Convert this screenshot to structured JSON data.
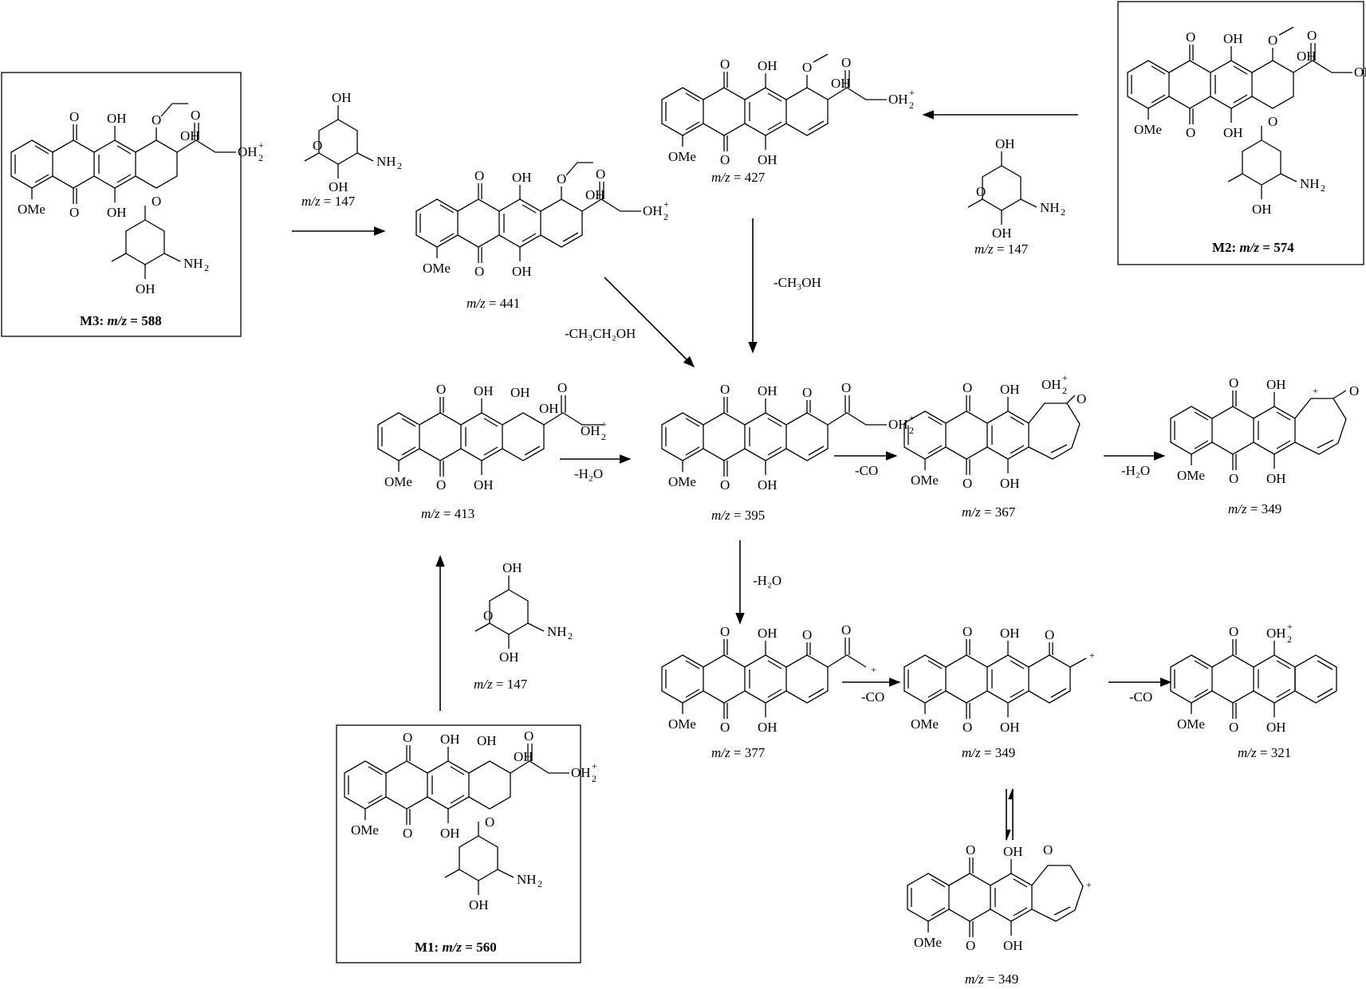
{
  "atoms": {
    "O": "O",
    "OH": "OH",
    "OMe": "OMe",
    "OH2": "OH",
    "NH2": "NH",
    "two": "2",
    "plus": "+"
  },
  "labels": {
    "mz_prefix": "m/z",
    "equals": " = ",
    "M1_name": "M1:",
    "M1_mz": "560",
    "M2_name": "M2:",
    "M2_mz": "574",
    "M3_name": "M3:",
    "M3_mz": "588",
    "p441": "441",
    "p427": "427",
    "p413": "413",
    "p395": "395",
    "p367": "367",
    "p349a": "349",
    "p377": "377",
    "p349b": "349",
    "p321": "321",
    "p349c": "349",
    "sugar1": "147",
    "sugar2": "147",
    "sugar3": "147"
  },
  "conditions": {
    "ch3oh": "-CH₃OH",
    "ch3ch2oh": "-CH₃CH₂OH",
    "h2o_413": "-H₂O",
    "co_395": "-CO",
    "h2o_367": "-H₂O",
    "h2o_395": "-H₂O",
    "co_377": "-CO",
    "co_349": "-CO"
  }
}
